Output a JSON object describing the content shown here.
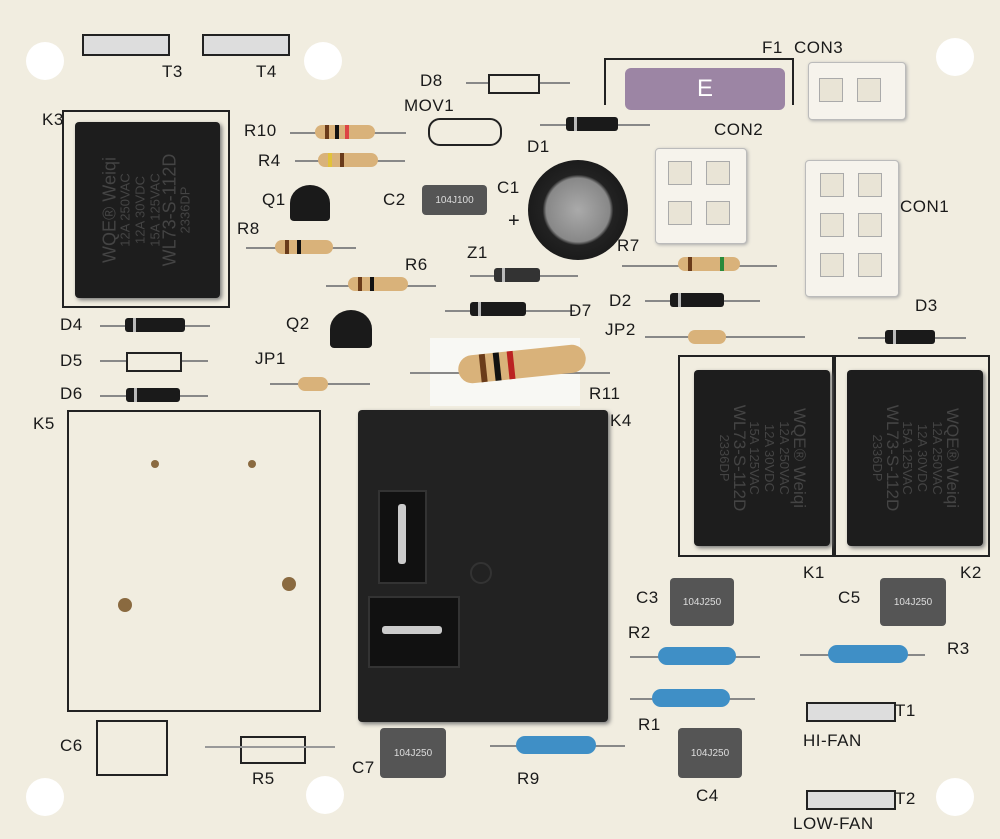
{
  "labels": {
    "T3": "T3",
    "T4": "T4",
    "K3": "K3",
    "R10": "R10",
    "R4": "R4",
    "MOV1": "MOV1",
    "D8": "D8",
    "F1": "F1",
    "CON3": "CON3",
    "CON2": "CON2",
    "D1": "D1",
    "C1": "C1",
    "C2": "C2",
    "Q1": "Q1",
    "R8": "R8",
    "CON1": "CON1",
    "Z1": "Z1",
    "R6": "R6",
    "R7": "R7",
    "D2": "D2",
    "D3": "D3",
    "D7": "D7",
    "JP2": "JP2",
    "D4": "D4",
    "Q2": "Q2",
    "D5": "D5",
    "JP1": "JP1",
    "D6": "D6",
    "R11": "R11",
    "K4": "K4",
    "K5": "K5",
    "K1": "K1",
    "K2": "K2",
    "C3": "C3",
    "C5": "C5",
    "R2": "R2",
    "R3": "R3",
    "T1": "T1",
    "HI_FAN": "HI-FAN",
    "R1": "R1",
    "C6": "C6",
    "R5": "R5",
    "C7": "C7",
    "R9": "R9",
    "C4": "C4",
    "T2": "T2",
    "LOW_FAN": "LOW-FAN",
    "plus": "+"
  },
  "markings": {
    "fuse": "E",
    "c2": "104J100",
    "cap250": "104J250",
    "relay_brand": "WQE® Weiqi",
    "relay_line1": "12A 250VAC",
    "relay_line2": "12A 30VDC",
    "relay_line3": "15A 125VAC",
    "relay_model": "WL73-S-112D",
    "relay_code": "2336DP"
  }
}
